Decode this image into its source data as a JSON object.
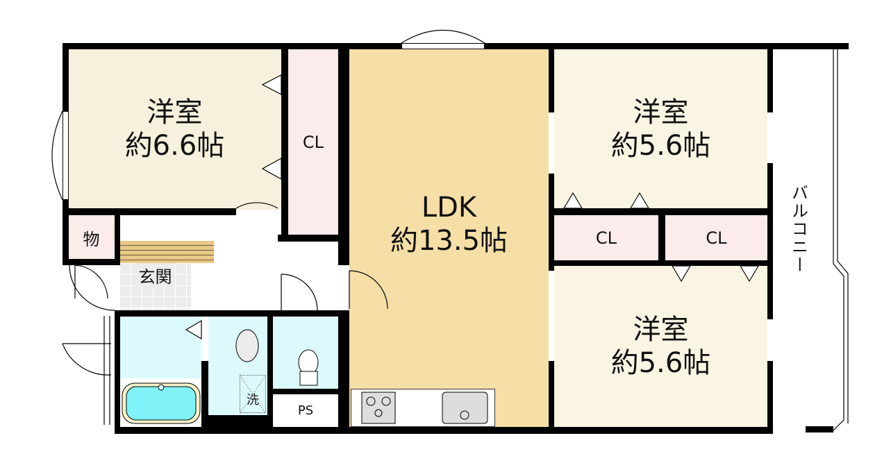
{
  "rooms": {
    "western1": {
      "name": "洋室",
      "size": "約6.6帖"
    },
    "western2": {
      "name": "洋室",
      "size": "約5.6帖"
    },
    "western3": {
      "name": "洋室",
      "size": "約5.6帖"
    },
    "ldk": {
      "name": "LDK",
      "size": "約13.5帖"
    },
    "closet1": "CL",
    "closet2": "CL",
    "closet3": "CL",
    "storage": "物",
    "entrance": "玄関",
    "washer": "洗",
    "ps": "PS",
    "balcony": "バルコニー"
  },
  "colors": {
    "western": "#f7f0dc",
    "ldk": "#f5dfa7",
    "closet": "#fcebeb",
    "wet": "#dcfafc",
    "tub": "#7ff3f8",
    "step": "#e8c987",
    "tile": "#ececec"
  }
}
